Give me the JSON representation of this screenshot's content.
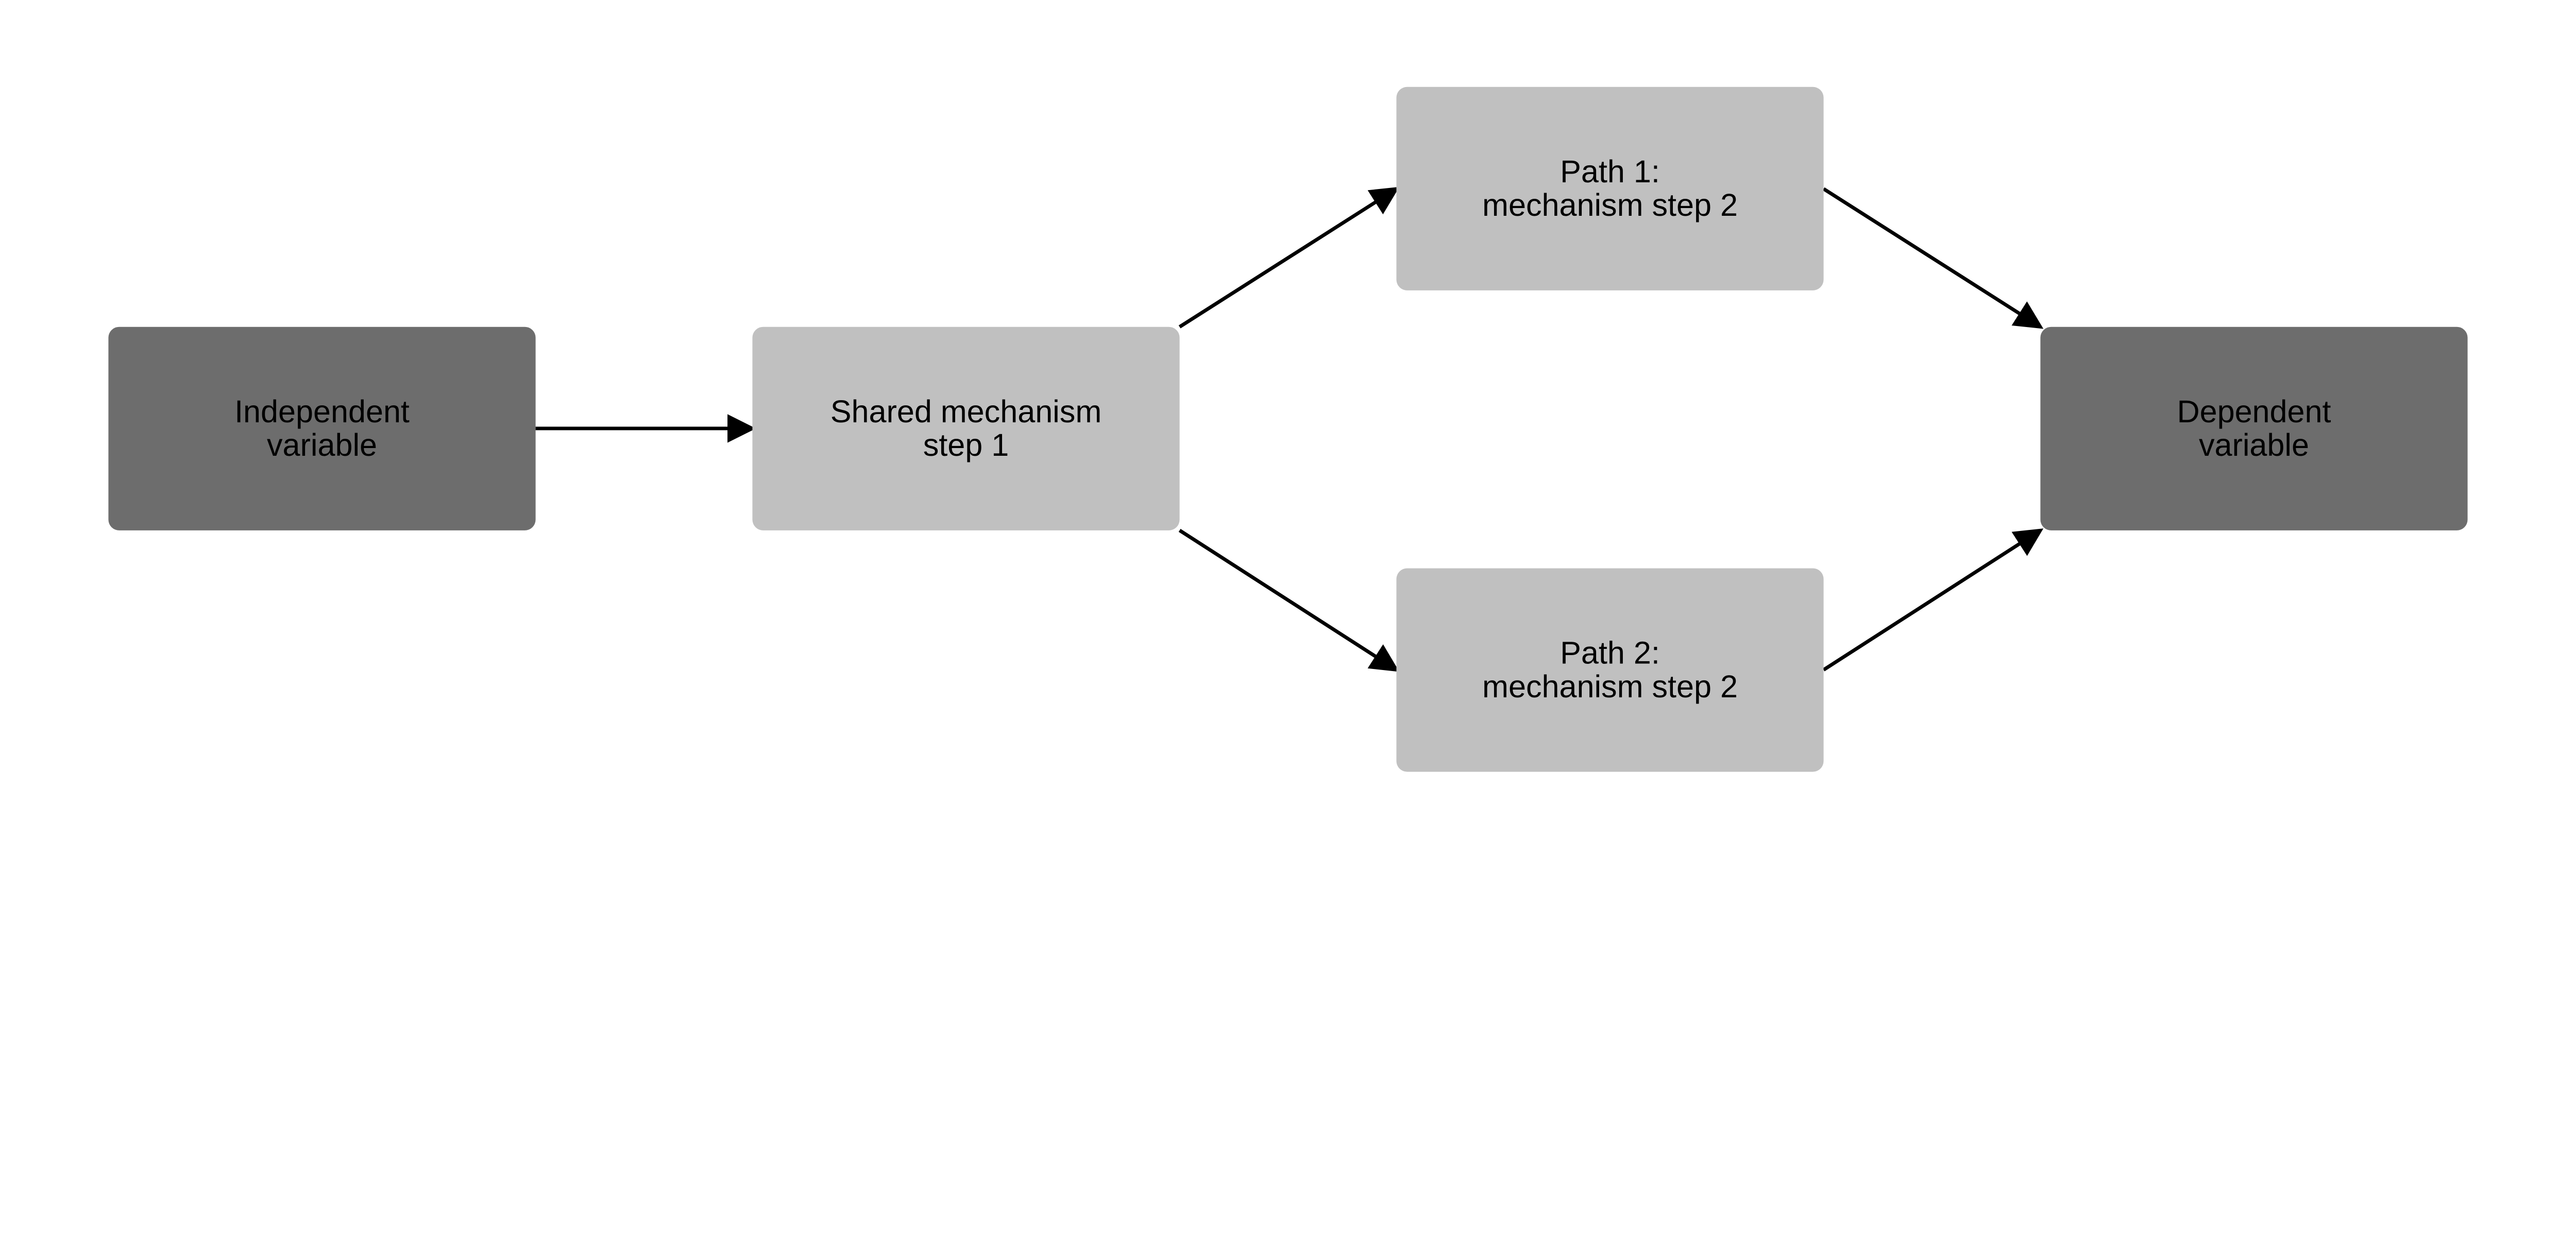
{
  "colors": {
    "endpoint": "#6d6d6d",
    "mechanism": "#c0c0c0",
    "arrow": "#000000",
    "background": "#ffffff"
  },
  "nodes": [
    {
      "id": "iv",
      "lines": [
        "Independent",
        "variable"
      ],
      "kind": "endpoint"
    },
    {
      "id": "shared",
      "lines": [
        "Shared mechanism",
        "step 1"
      ],
      "kind": "mechanism"
    },
    {
      "id": "path1",
      "lines": [
        "Path 1:",
        "mechanism step 2"
      ],
      "kind": "mechanism"
    },
    {
      "id": "path2",
      "lines": [
        "Path 2:",
        "mechanism step 2"
      ],
      "kind": "mechanism"
    },
    {
      "id": "dv",
      "lines": [
        "Dependent",
        "variable"
      ],
      "kind": "endpoint"
    }
  ],
  "edges": [
    {
      "from": "iv",
      "to": "shared"
    },
    {
      "from": "shared",
      "to": "path1"
    },
    {
      "from": "shared",
      "to": "path2"
    },
    {
      "from": "path1",
      "to": "dv"
    },
    {
      "from": "path2",
      "to": "dv"
    }
  ]
}
